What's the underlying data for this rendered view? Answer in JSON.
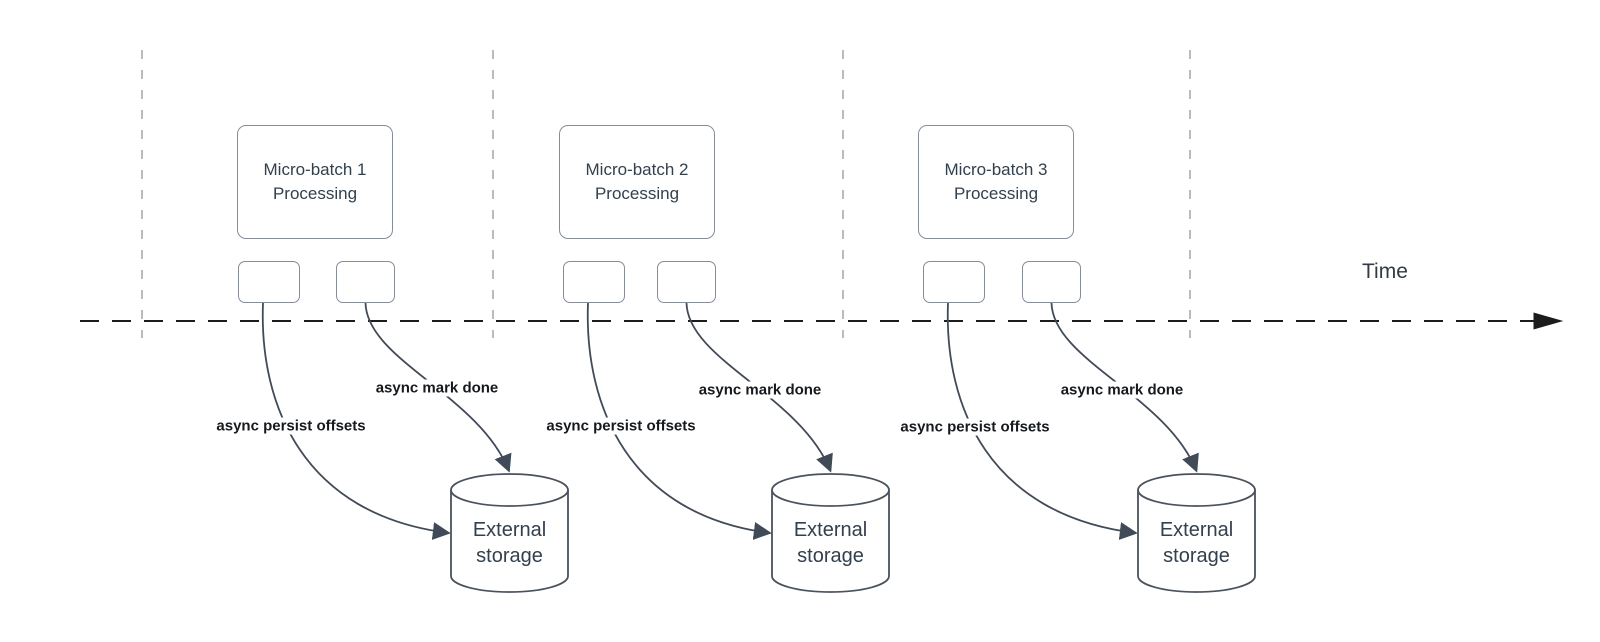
{
  "colors": {
    "background": "#ffffff",
    "axis": "#1c1c1c",
    "gridline": "#b8bcbf",
    "shape_border": "#878d96",
    "shape_text": "#33404d",
    "connector": "#414b57",
    "label_text": "#16191d"
  },
  "time_axis": {
    "label": "Time"
  },
  "groups": [
    {
      "title_line1": "Micro-batch 1",
      "title_line2": "Processing",
      "persist_label": "async persist offsets",
      "done_label": "async mark done",
      "storage": {
        "line1": "External",
        "line2": "storage"
      }
    },
    {
      "title_line1": "Micro-batch 2",
      "title_line2": "Processing",
      "persist_label": "async persist offsets",
      "done_label": "async mark done",
      "storage": {
        "line1": "External",
        "line2": "storage"
      }
    },
    {
      "title_line1": "Micro-batch 3",
      "title_line2": "Processing",
      "persist_label": "async persist offsets",
      "done_label": "async mark done",
      "storage": {
        "line1": "External",
        "line2": "storage"
      }
    }
  ]
}
